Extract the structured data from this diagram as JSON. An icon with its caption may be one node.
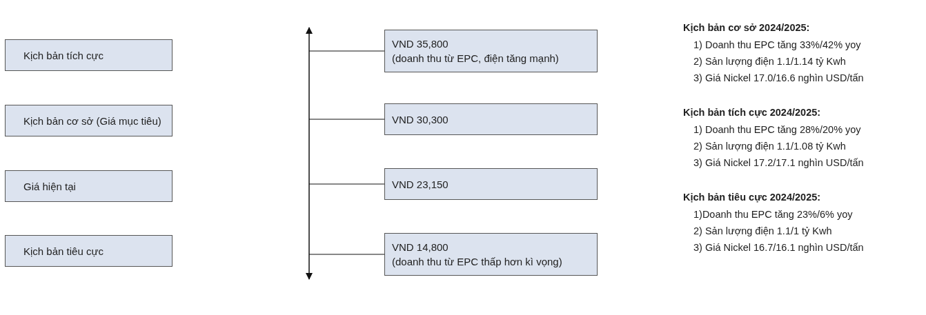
{
  "diagram": {
    "nodes": [
      {
        "text": [
          "Kịch bản tích cực"
        ]
      },
      {
        "text": [
          "Kịch bản cơ sở (Giá mục tiêu)"
        ]
      },
      {
        "text": [
          "Giá hiện tại"
        ]
      },
      {
        "text": [
          "Kịch bản tiêu cực"
        ]
      },
      {
        "text": [
          "VND 35,800",
          "(doanh thu từ EPC, điện tăng mạnh)"
        ]
      },
      {
        "text": [
          "VND 30,300"
        ]
      },
      {
        "text": [
          "VND 23,150"
        ]
      },
      {
        "text": [
          "VND 14,800",
          "(doanh thu từ EPC thấp hơn kì vọng)"
        ]
      }
    ],
    "edges": [
      {
        "from": null,
        "to": 4,
        "arrow": "none"
      },
      {
        "from": null,
        "to": 5,
        "arrow": "none"
      },
      {
        "from": null,
        "to": 6,
        "arrow": "none"
      },
      {
        "from": null,
        "to": 7,
        "arrow": "none"
      }
    ],
    "labels": [
      "Kịch bản cơ sở 2024/2025:",
      "1) Doanh thu EPC tăng 33%/42% yoy",
      "2) Sản lượng điện 1.1/1.14 tỷ Kwh",
      "3) Giá Nickel 17.0/16.6 nghìn USD/tấn",
      "Kịch bản tích cực 2024/2025:",
      "1) Doanh thu EPC tăng 28%/20% yoy",
      "2) Sản lượng điện 1.1/1.08 tỷ Kwh",
      "3) Giá Nickel 17.2/17.1 nghìn USD/tấn",
      "Kịch bản tiêu cực 2024/2025:",
      "1)Doanh thu EPC tăng 23%/6% yoy",
      "2) Sản lượng điện 1.1/1 tỷ Kwh",
      "3) Giá Nickel 16.7/16.1 nghìn USD/tấn"
    ]
  }
}
